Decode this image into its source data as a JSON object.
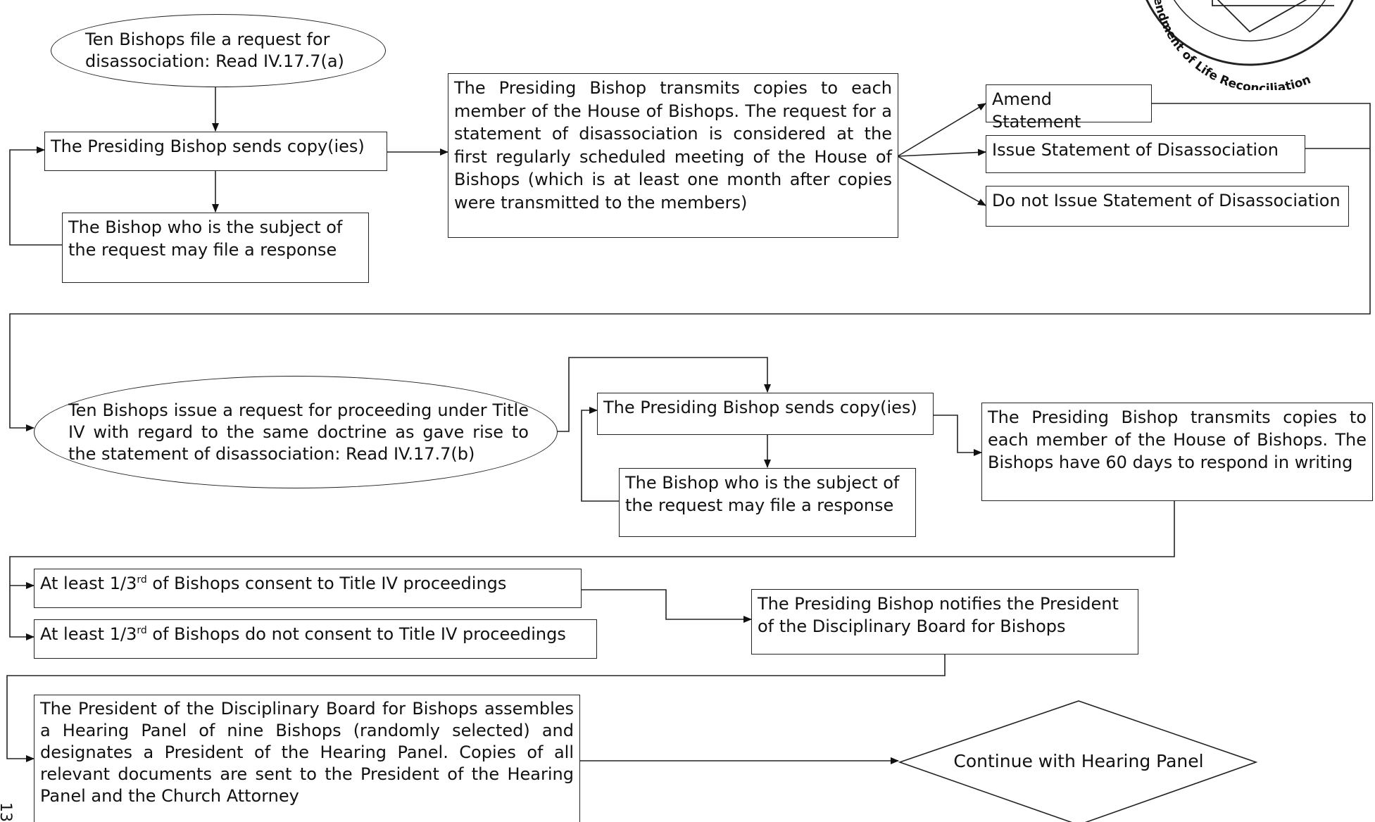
{
  "flowchart": {
    "start_oval": "Ten Bishops file a request for disassociation: Read IV.17.7(a)",
    "pb_sends_copies_1": "The Presiding Bishop sends copy(ies)",
    "bishop_response_1": "The Bishop who is the subject of the request may file a response",
    "pb_transmits_1": "The Presiding Bishop transmits copies to each member of the House of Bishops. The request for a statement of disassociation is considered at the first regularly scheduled meeting of the House of Bishops (which is at least one month after copies were transmitted to the members)",
    "option_amend": "Amend Statement",
    "option_issue": "Issue Statement of Disassociation",
    "option_not_issue": "Do not Issue Statement of Disassociation",
    "second_oval": "Ten Bishops issue a request for proceeding under Title IV with regard to the same doctrine as gave rise to the statement of disassociation: Read IV.17.7(b)",
    "pb_sends_copies_2": "The Presiding Bishop sends copy(ies)",
    "bishop_response_2": "The Bishop who is the subject of the request may file a response",
    "pb_transmits_2": "The Presiding Bishop transmits copies to each member of the House of Bishops. The Bishops have 60 days to respond in writing",
    "consent": {
      "prefix": "At least 1/3",
      "superscript": "rd",
      "suffix": " of Bishops consent to Title IV proceedings"
    },
    "no_consent": {
      "prefix": "At least 1/3",
      "superscript": "rd",
      "suffix": " of Bishops do not consent to Title IV proceedings"
    },
    "pb_notifies": "The Presiding Bishop notifies the President of the Disciplinary Board for Bishops",
    "president_assembles": "The President of the Disciplinary Board for Bishops assembles a Hearing Panel of nine Bishops (randomly selected) and designates a President of the Hearing Panel. Copies of all relevant documents are sent to the President of the Hearing Panel and the Church Attorney",
    "end_diamond": "Continue with Hearing Panel"
  },
  "seal": {
    "partial_text": "Amendment of Life Reconciliation"
  },
  "page_number": "13"
}
